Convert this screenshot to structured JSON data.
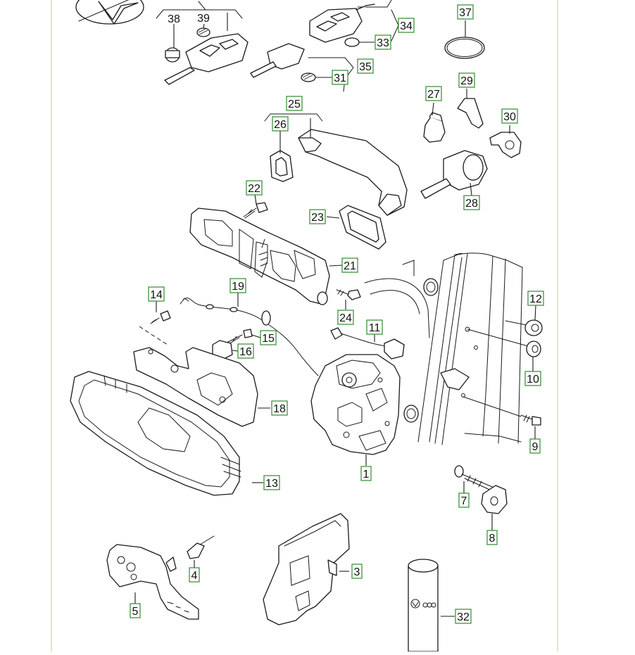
{
  "labels": [
    {
      "n": "1"
    },
    {
      "n": "3"
    },
    {
      "n": "4"
    },
    {
      "n": "5"
    },
    {
      "n": "7"
    },
    {
      "n": "8"
    },
    {
      "n": "9"
    },
    {
      "n": "10"
    },
    {
      "n": "11"
    },
    {
      "n": "12"
    },
    {
      "n": "13"
    },
    {
      "n": "14"
    },
    {
      "n": "15"
    },
    {
      "n": "16"
    },
    {
      "n": "18"
    },
    {
      "n": "19"
    },
    {
      "n": "21"
    },
    {
      "n": "22"
    },
    {
      "n": "23"
    },
    {
      "n": "24"
    },
    {
      "n": "25"
    },
    {
      "n": "26"
    },
    {
      "n": "27"
    },
    {
      "n": "28"
    },
    {
      "n": "29"
    },
    {
      "n": "30"
    },
    {
      "n": "31"
    },
    {
      "n": "32"
    },
    {
      "n": "33"
    },
    {
      "n": "34"
    },
    {
      "n": "35"
    },
    {
      "n": "37"
    }
  ],
  "plain_labels": [
    {
      "n": "38"
    },
    {
      "n": "39"
    }
  ],
  "colors": {
    "label_border": "#2e8b2e",
    "line": "#1a1a1a",
    "page_border": "#c9d3b8"
  }
}
